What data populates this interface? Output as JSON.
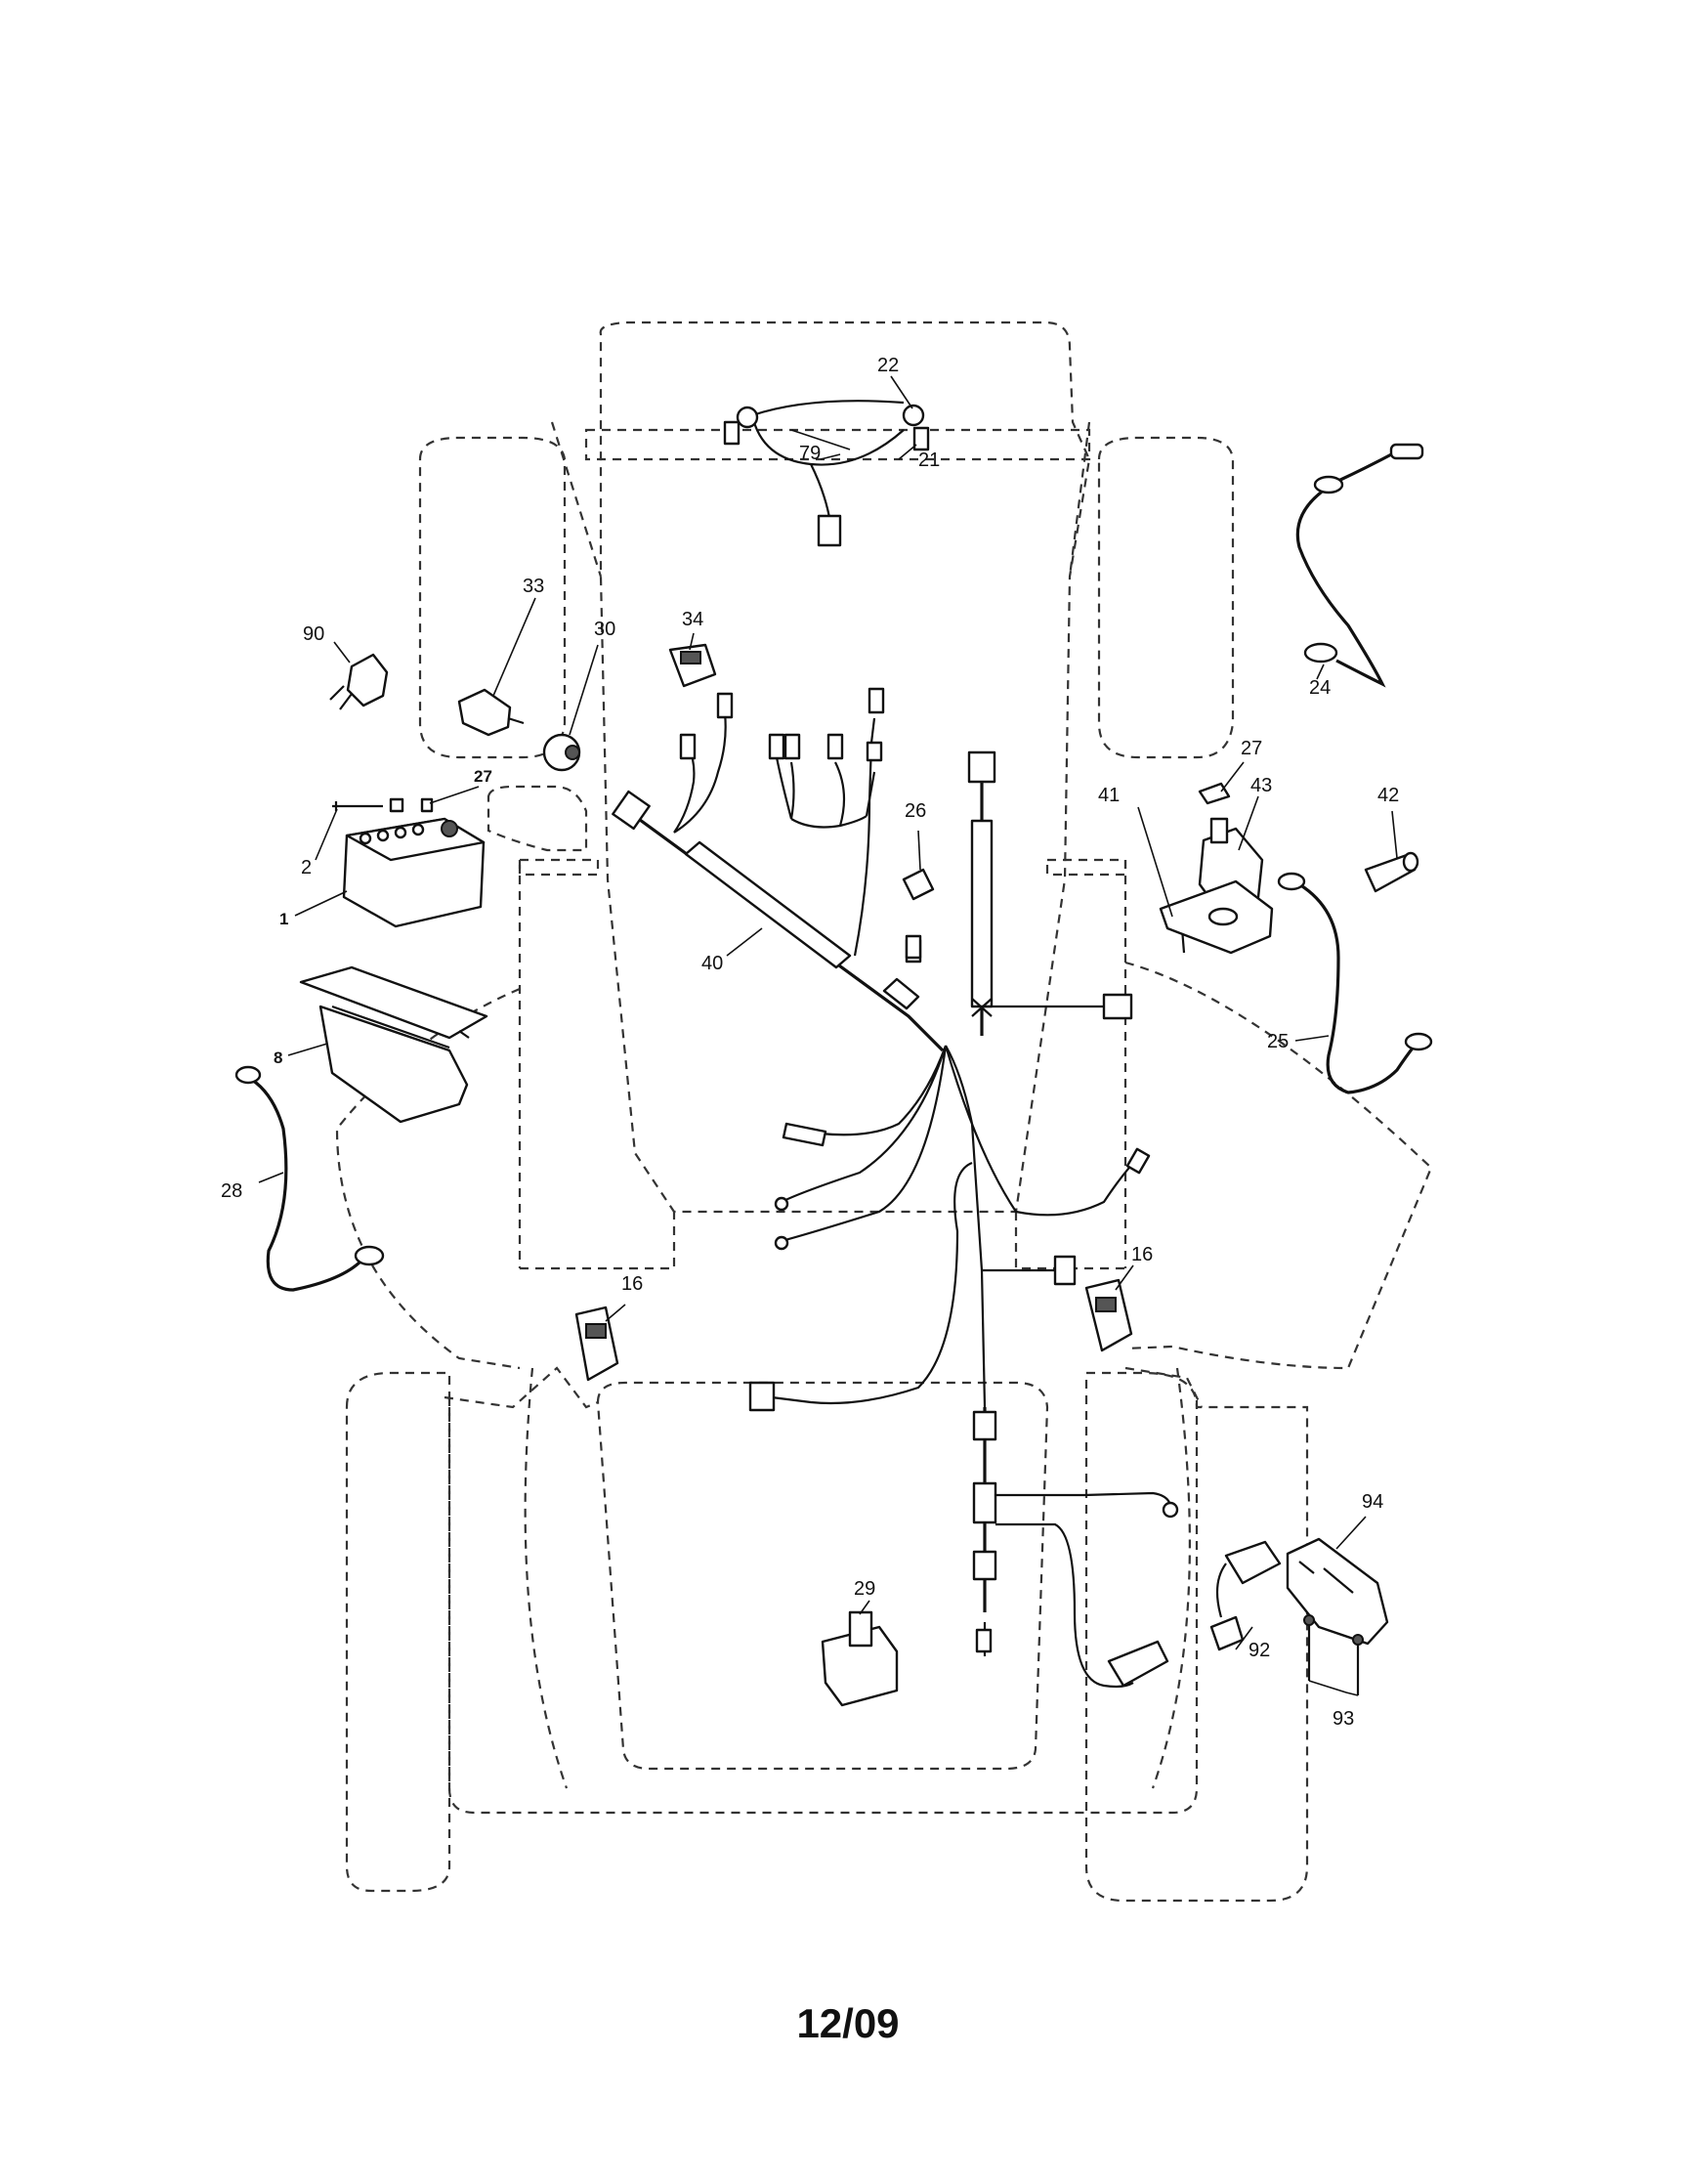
{
  "diagram": {
    "part_labels": {
      "p1": "1",
      "p2": "2",
      "p8": "8",
      "p16a": "16",
      "p16b": "16",
      "p21": "21",
      "p22": "22",
      "p24": "24",
      "p25": "25",
      "p26": "26",
      "p27a": "27",
      "p27b": "27",
      "p28": "28",
      "p29": "29",
      "p30": "30",
      "p33": "33",
      "p34": "34",
      "p40": "40",
      "p41": "41",
      "p42": "42",
      "p43": "43",
      "p79": "79",
      "p90": "90",
      "p92": "92",
      "p93": "93",
      "p94": "94"
    },
    "page_number": "12/09"
  }
}
